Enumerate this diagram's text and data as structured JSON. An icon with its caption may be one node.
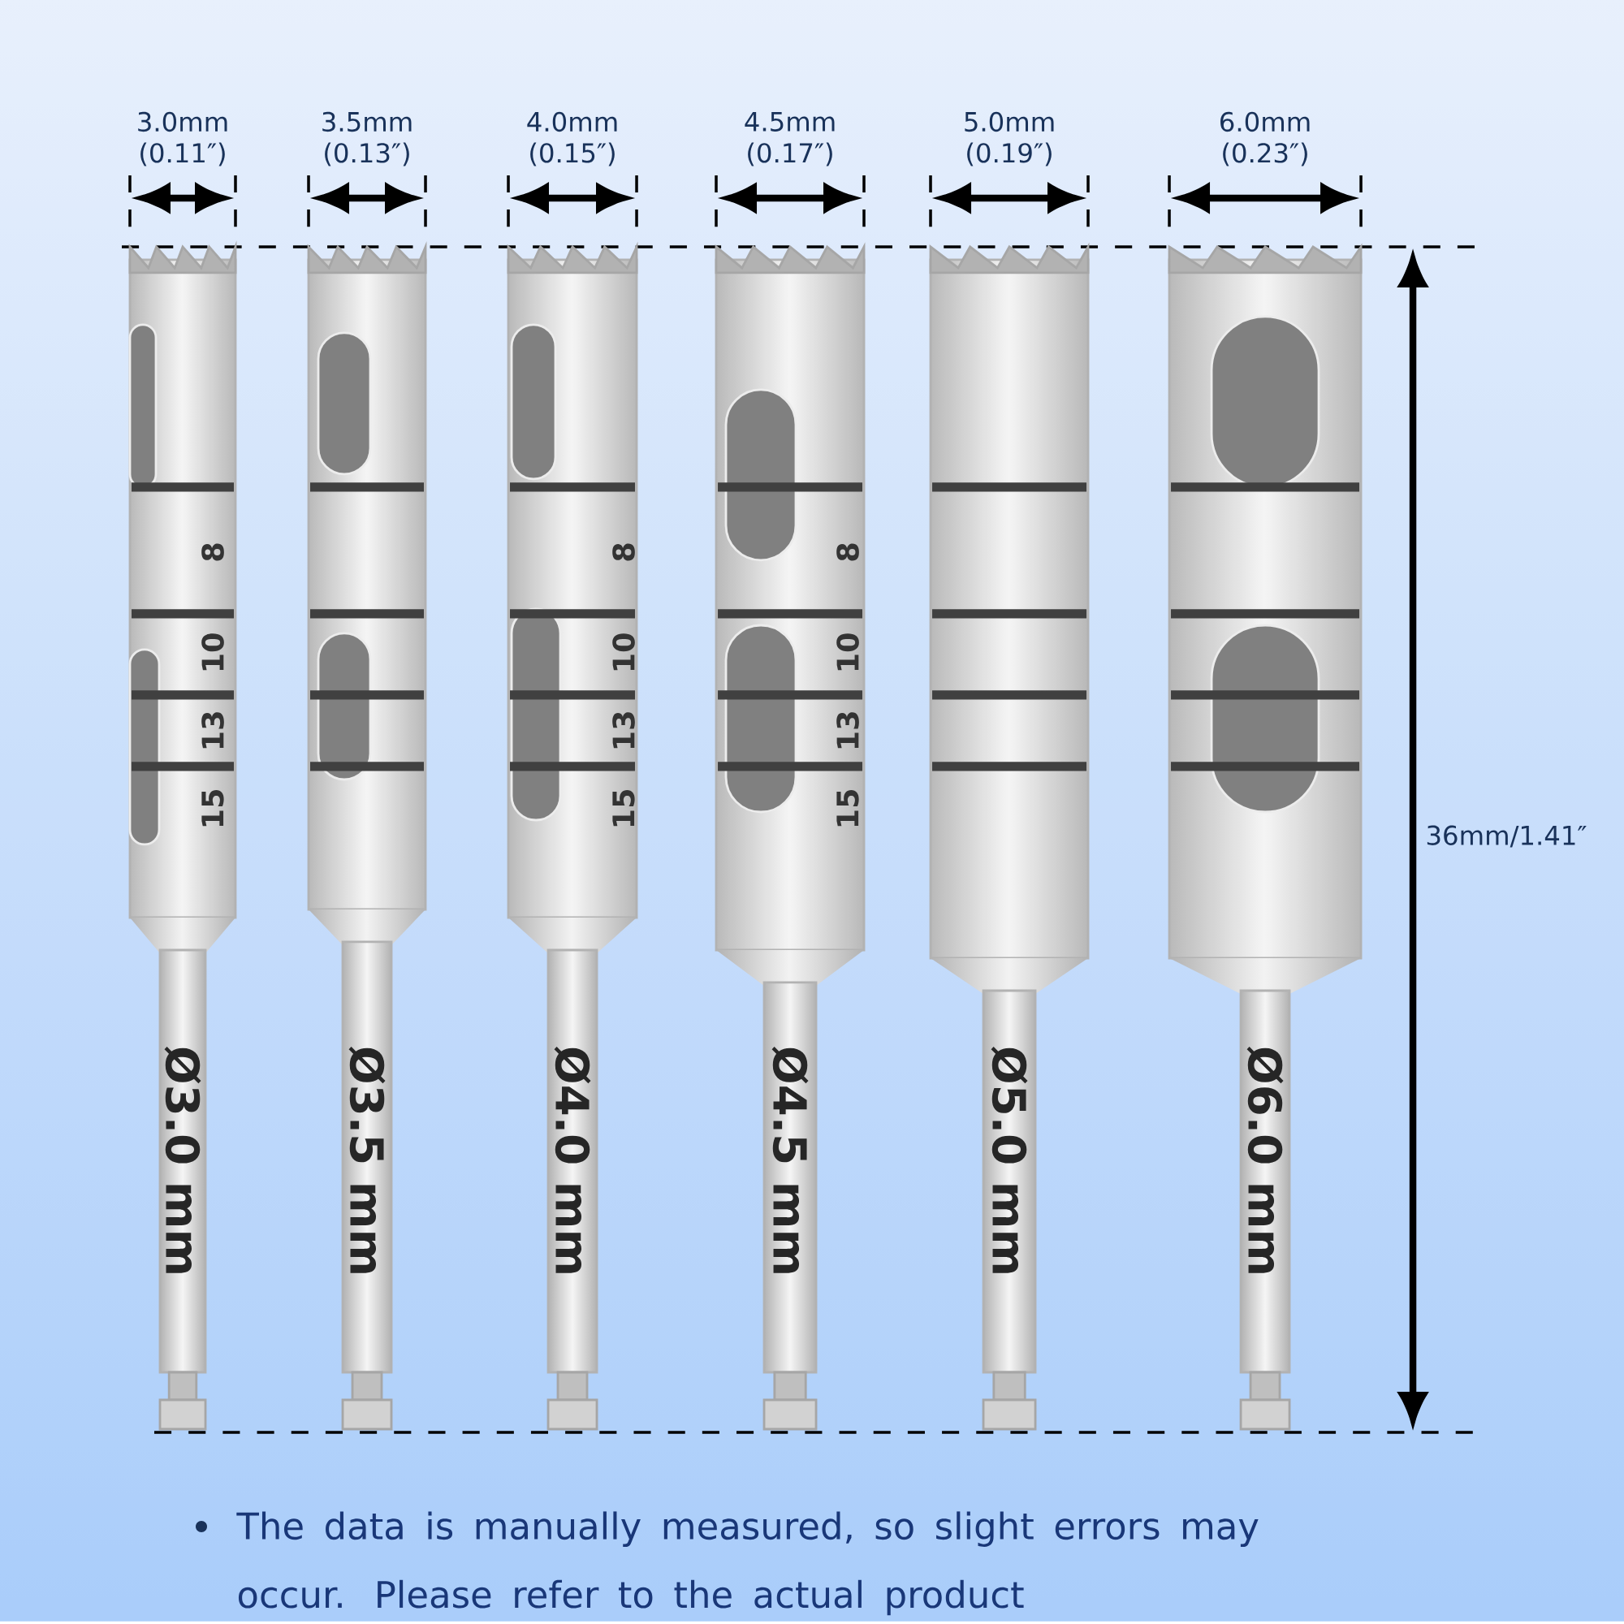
{
  "diagram": {
    "labels": [
      "3.0mm",
      "(0.11″)",
      "3.5mm",
      "(0.13″)",
      "4.0mm",
      "(0.15″)",
      "4.5mm",
      "(0.17″)",
      "5.0mm",
      "(0.19″)",
      "6.0mm",
      "(0.23″)",
      "8",
      "10",
      "13",
      "15",
      "8",
      "10",
      "13",
      "15",
      "8",
      "10",
      "13",
      "15",
      "Ø3.0 mm",
      "Ø3.5 mm",
      "Ø4.0 mm",
      "Ø4.5 mm",
      "Ø5.0 mm",
      "Ø6.0 mm",
      "36mm/1.41″",
      "The data is manually measured, so slight errors may occur. Please refer to the actual product"
    ]
  }
}
